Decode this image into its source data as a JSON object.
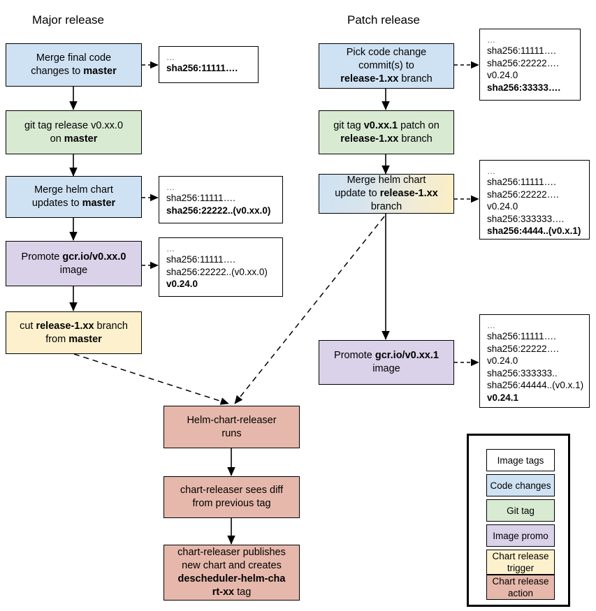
{
  "titles": {
    "major": "Major release",
    "patch": "Patch release"
  },
  "colors": {
    "code_changes": "#cfe2f3",
    "git_tag": "#d9ead3",
    "image_promo": "#d9d2e9",
    "chart_release_trigger": "#fdf1cd",
    "chart_release_action": "#e6b8ab",
    "image_tags": "#ffffff",
    "stroke": "#000000"
  },
  "major_nodes": [
    {
      "id": "merge-final-code",
      "html": "Merge final code<br>changes to <b>master</b>",
      "type": "code_changes"
    },
    {
      "id": "git-tag-release",
      "html": "git tag release v0.xx.0<br>on <b>master</b>",
      "type": "git_tag"
    },
    {
      "id": "merge-helm-chart-master",
      "html": "Merge helm chart<br>updates to <b>master</b>",
      "type": "code_changes"
    },
    {
      "id": "promote-image-major",
      "html": "Promote <b>gcr.io/v0.xx.0</b><br>image",
      "type": "image_promo"
    },
    {
      "id": "cut-release-branch",
      "html": "cut <b>release-1.xx</b> branch<br>from <b>master</b>",
      "type": "chart_release_trigger"
    }
  ],
  "patch_nodes": [
    {
      "id": "pick-code-change",
      "html": "Pick code change<br>commit(s) to<br><b>release-1.xx</b> branch",
      "type": "code_changes"
    },
    {
      "id": "git-tag-patch",
      "html": "git tag <b>v0.xx.1</b> patch on<br><b>release-1.xx</b> branch",
      "type": "git_tag"
    },
    {
      "id": "merge-helm-chart-release",
      "html": "Merge helm chart<br>update to <b>release-1.xx</b><br>branch",
      "type": "gradient_code_to_trigger"
    },
    {
      "id": "promote-image-patch",
      "html": "Promote <b>gcr.io/v0.xx.1</b><br>image",
      "type": "image_promo"
    }
  ],
  "releaser_nodes": [
    {
      "id": "helm-chart-releaser-runs",
      "html": "Helm-chart-releaser<br>runs",
      "type": "chart_release_action"
    },
    {
      "id": "chart-releaser-sees-diff",
      "html": "chart-releaser sees diff<br>from previous tag",
      "type": "chart_release_action"
    },
    {
      "id": "chart-releaser-publishes",
      "html": "chart-releaser publishes<br>new chart and creates<br><b>descheduler-helm-cha</b><br><b>rt-xx</b> tag",
      "type": "chart_release_action"
    }
  ],
  "tag_boxes": [
    {
      "id": "tags-after-merge-final-code",
      "lines": [
        {
          "text": "…",
          "bold": false,
          "ellipsis": true
        },
        {
          "text": "sha256:11111….",
          "bold": true,
          "ellipsis": false
        }
      ]
    },
    {
      "id": "tags-after-merge-helm-chart-master",
      "lines": [
        {
          "text": "…",
          "bold": false,
          "ellipsis": true
        },
        {
          "text": "sha256:11111….",
          "bold": false,
          "ellipsis": false
        },
        {
          "text": "sha256:22222..(v0.xx.0)",
          "bold": true,
          "ellipsis": false
        }
      ]
    },
    {
      "id": "tags-after-promote-image-major",
      "lines": [
        {
          "text": "…",
          "bold": false,
          "ellipsis": true
        },
        {
          "text": "sha256:11111….",
          "bold": false,
          "ellipsis": false
        },
        {
          "text": "sha256:22222..(v0.xx.0)",
          "bold": false,
          "ellipsis": false
        },
        {
          "text": "v0.24.0",
          "bold": true,
          "ellipsis": false
        }
      ]
    },
    {
      "id": "tags-after-pick-code-change",
      "lines": [
        {
          "text": "…",
          "bold": false,
          "ellipsis": true
        },
        {
          "text": "sha256:11111….",
          "bold": false,
          "ellipsis": false
        },
        {
          "text": "sha256:22222….",
          "bold": false,
          "ellipsis": false
        },
        {
          "text": "v0.24.0",
          "bold": false,
          "ellipsis": false
        },
        {
          "text": "sha256:33333….",
          "bold": true,
          "ellipsis": false
        }
      ]
    },
    {
      "id": "tags-after-merge-helm-chart-release",
      "lines": [
        {
          "text": "…",
          "bold": false,
          "ellipsis": true
        },
        {
          "text": "sha256:11111….",
          "bold": false,
          "ellipsis": false
        },
        {
          "text": "sha256:22222….",
          "bold": false,
          "ellipsis": false
        },
        {
          "text": "v0.24.0",
          "bold": false,
          "ellipsis": false
        },
        {
          "text": "sha256:333333….",
          "bold": false,
          "ellipsis": false
        },
        {
          "text": "sha256:4444..(v0.x.1)",
          "bold": true,
          "ellipsis": false
        }
      ]
    },
    {
      "id": "tags-after-promote-image-patch",
      "lines": [
        {
          "text": "…",
          "bold": false,
          "ellipsis": true
        },
        {
          "text": "sha256:11111….",
          "bold": false,
          "ellipsis": false
        },
        {
          "text": "sha256:22222….",
          "bold": false,
          "ellipsis": false
        },
        {
          "text": "v0.24.0",
          "bold": false,
          "ellipsis": false
        },
        {
          "text": "sha256:333333..",
          "bold": false,
          "ellipsis": false
        },
        {
          "text": "sha256:44444..(v0.x.1)",
          "bold": false,
          "ellipsis": false
        },
        {
          "text": "v0.24.1",
          "bold": true,
          "ellipsis": false
        }
      ]
    }
  ],
  "legend": {
    "items": [
      {
        "id": "legend-image-tags",
        "label": "Image tags",
        "type": "image_tags"
      },
      {
        "id": "legend-code-changes",
        "label": "Code changes",
        "type": "code_changes"
      },
      {
        "id": "legend-git-tag",
        "label": "Git tag",
        "type": "git_tag"
      },
      {
        "id": "legend-image-promo",
        "label": "Image promo",
        "type": "image_promo"
      },
      {
        "id": "legend-chart-release-trigger",
        "label": "Chart release\ntrigger",
        "type": "chart_release_trigger"
      },
      {
        "id": "legend-chart-release-action",
        "label": "Chart release\naction",
        "type": "chart_release_action"
      }
    ]
  }
}
